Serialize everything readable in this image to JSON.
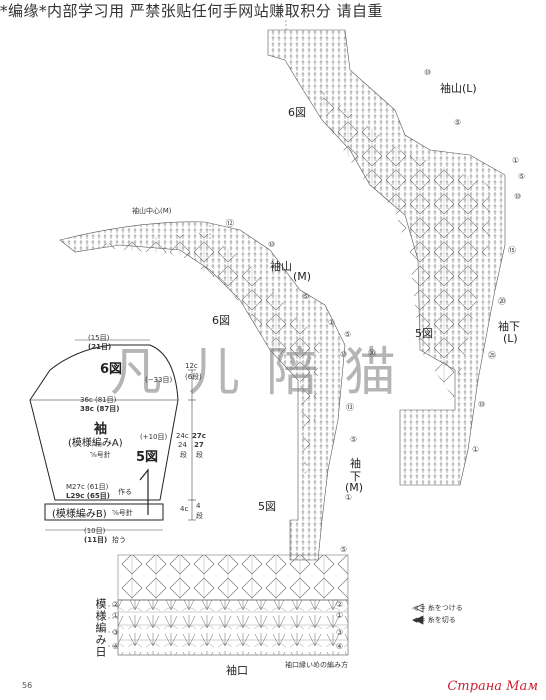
{
  "header": {
    "notice": "*编缘*内部学习用 严禁张贴任何手网站赚取积分 请自重"
  },
  "watermark": {
    "text": "凡儿陪猫"
  },
  "footer": {
    "page_number": "56",
    "logo": "Страна Мам"
  },
  "labels": {
    "sleeve_top_l": "袖山(L)",
    "sleeve_top_m_line1": "袖山",
    "sleeve_top_m_line2": "(M)",
    "sleeve_top_center": "袖山中心(M)",
    "fig6_a": "6図",
    "fig6_b": "6図",
    "fig5_a": "5図",
    "fig5_b": "5図",
    "sleeve_under_l_1": "袖下",
    "sleeve_under_l_2": "(L)",
    "sleeve_under_m_1": "袖",
    "sleeve_under_m_2": "下",
    "sleeve_under_m_3": "(M)",
    "cuff": "袖口",
    "pattern_title": "模様編み日",
    "cuff_edge_note": "袖口縁いめの編み方"
  },
  "schematic": {
    "top_c1": "(15目)",
    "top_c2": "(21目)",
    "fig6": "6図",
    "minus33": "(−33目)",
    "w1": "36c (81目)",
    "w2": "38c (87目)",
    "title": "袖",
    "pattern_a": "(模様編みA)",
    "plus10": "(+10目)",
    "needle": "⅝号針",
    "fig5": "5図",
    "h12a": "12c",
    "h12b": "(6段)",
    "h24a": "24c",
    "h24b": "27c",
    "h24c": "24",
    "h24d": "27",
    "h24e": "段",
    "h24f": "段",
    "m27": "M27c (61目)",
    "l29": "L29c (65目)",
    "make": "作る",
    "pattern_b": "(模様編みB)",
    "needle_b": "⅝号針",
    "h4a": "4c",
    "h4b": "4",
    "h4c": "段",
    "bottom1": "(10目)",
    "bottom2": "(11目)",
    "bottom3": "拾う"
  },
  "circles": [
    "⑩",
    "⑤",
    "①",
    "⑤",
    "⑩",
    "⑮",
    "⑳",
    "㉕",
    "⑫",
    "⑩",
    "⑤",
    "①",
    "⑤",
    "⑩",
    "⑳",
    "⑬",
    "⑤",
    "①",
    "⑤",
    "⑩",
    "①",
    "⑤",
    "⑩",
    "⑮",
    "⑳",
    "㉕",
    "⑩"
  ],
  "rows": [
    "④",
    "③",
    "②",
    "①",
    "⑤",
    "④",
    "③",
    "②",
    "①"
  ],
  "legend": {
    "row1": "◁ = 糸をつける",
    "row2": "◀ = 糸を切る"
  }
}
